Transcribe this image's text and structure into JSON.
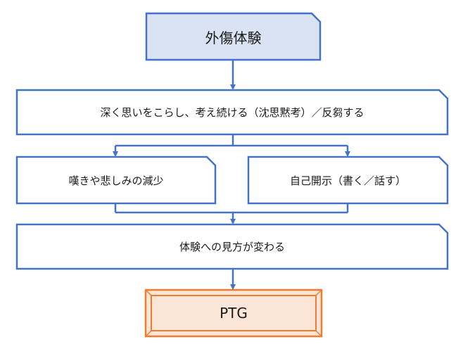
{
  "diagram": {
    "nodes": {
      "trauma": "外傷体験",
      "rumination": "深く思いをこらし、考え続ける（沈思黙考）／反芻する",
      "grief_reduction": "嘆きや悲しみの減少",
      "self_disclosure": "自己開示（書く／話す）",
      "reframe": "体験への見方が変わる",
      "ptg": "PTG"
    },
    "colors": {
      "line": "#4472C4",
      "top_fill": "#DAE3F3",
      "box_fill": "#FFFFFF",
      "ptg_border": "#ED7D31",
      "ptg_fill": "#FBE5D6"
    }
  }
}
